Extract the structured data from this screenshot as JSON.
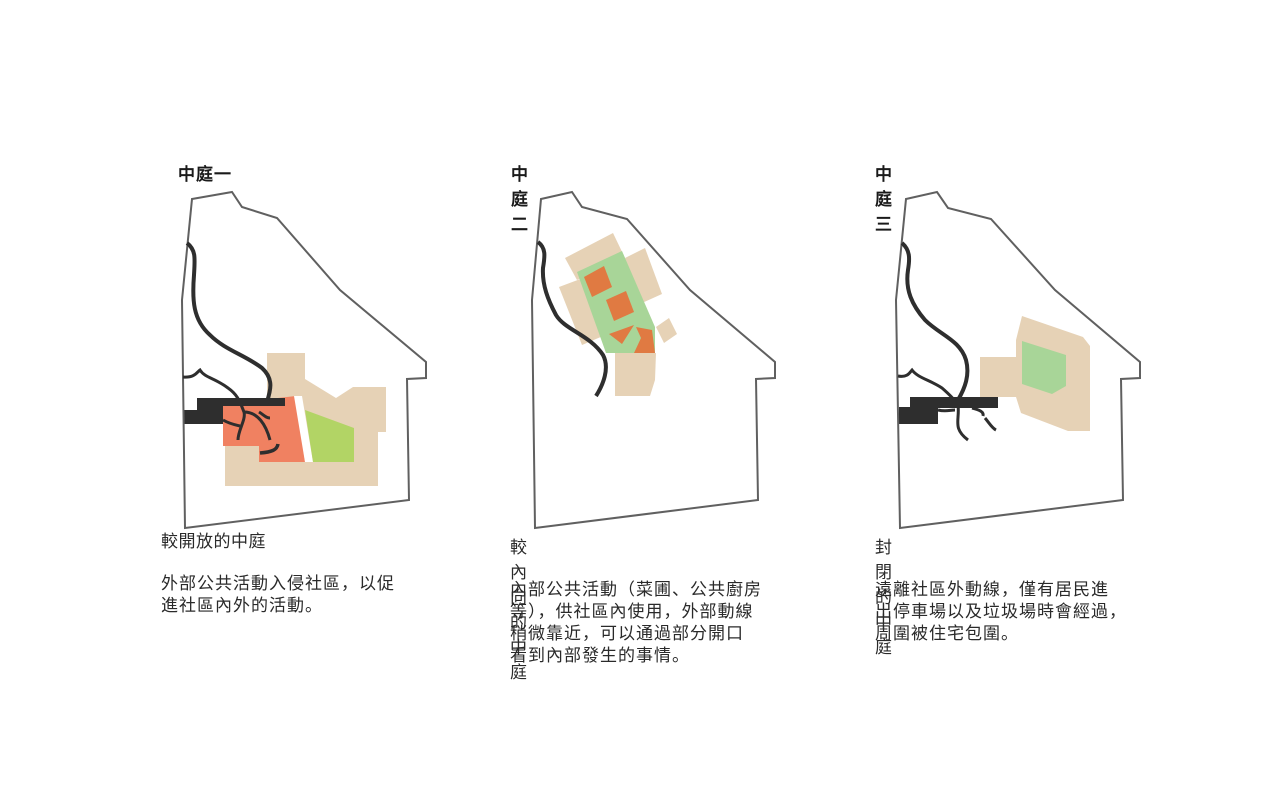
{
  "colors": {
    "outline": "#606060",
    "path": "#2e2e2e",
    "building": "#e6d2b6",
    "green_light": "#a8d598",
    "green_lime": "#b2d465",
    "red_orange": "#f08161",
    "orange": "#e07a42"
  },
  "panels": [
    {
      "title": "中庭一",
      "subtitle": "較開放的中庭",
      "description": "外部公共活動入侵社區，以促\n進社區內外的活動。"
    },
    {
      "title": "中庭二",
      "subtitle": "較內向的中庭",
      "description": "內部公共活動（菜圃、公共廚房\n等），供社區內使用，外部動線\n稍微靠近，可以通過部分開口\n看到內部發生的事情。"
    },
    {
      "title": "中庭三",
      "subtitle": "封閉的中庭",
      "description": "遠離社區外動線，僅有居民進\n出停車場以及垃圾場時會經過，\n周圍被住宅包圍。"
    }
  ]
}
